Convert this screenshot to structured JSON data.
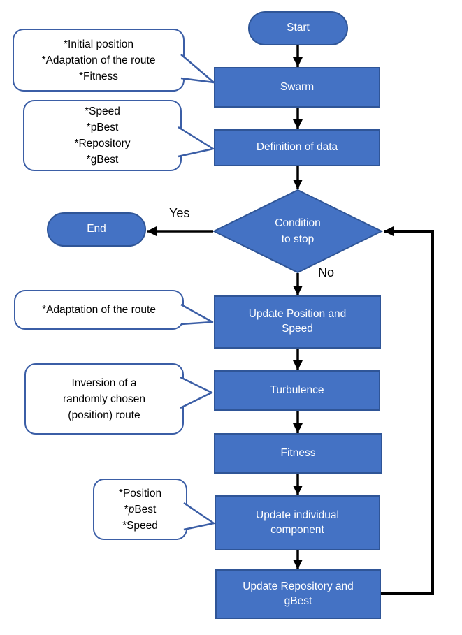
{
  "nodes": {
    "start": {
      "label": "Start"
    },
    "swarm": {
      "label": "Swarm"
    },
    "definition": {
      "label": "Definition of data"
    },
    "condition": {
      "line1": "Condition",
      "line2": "to stop"
    },
    "end": {
      "label": "End"
    },
    "update_position": {
      "label": "Update Position and Speed"
    },
    "turbulence": {
      "label": "Turbulence"
    },
    "fitness": {
      "label": "Fitness"
    },
    "update_individual": {
      "label": "Update individual component"
    },
    "update_repository": {
      "label": "Update Repository and gBest"
    }
  },
  "edges": {
    "yes_label": "Yes",
    "no_label": "No"
  },
  "callouts": {
    "swarm_note": {
      "lines": [
        "*Initial position",
        "*Adaptation of the route",
        "*Fitness"
      ]
    },
    "definition_note": {
      "lines": [
        "*Speed",
        "*pBest",
        "*Repository",
        "*gBest"
      ]
    },
    "update_position_note": {
      "lines": [
        "*Adaptation of the route"
      ]
    },
    "turbulence_note": {
      "lines": [
        "Inversion of a",
        "randomly chosen",
        "(position) route"
      ]
    },
    "update_individual_note": {
      "line1": "*Position",
      "line2_prefix": "*",
      "line2_italic": "p",
      "line2_rest": "Best",
      "line3": "*Speed"
    }
  },
  "colors": {
    "node_fill": "#4472C4",
    "node_border": "#2F5597",
    "callout_border": "#3B5EA6",
    "arrow": "#000000",
    "text_on_node": "#FFFFFF",
    "text_on_callout": "#000000"
  }
}
